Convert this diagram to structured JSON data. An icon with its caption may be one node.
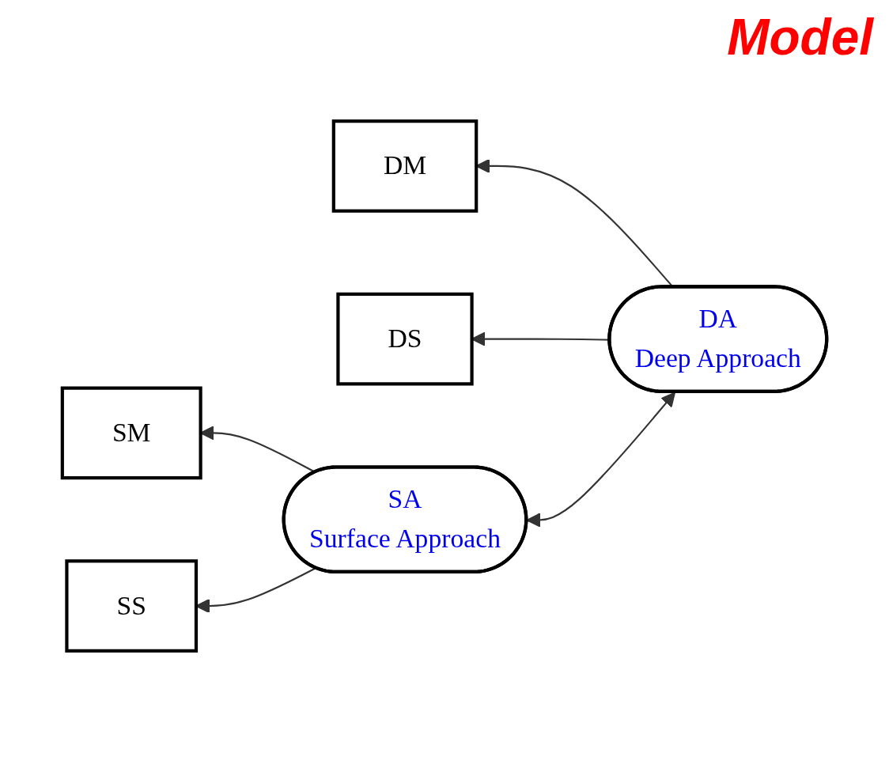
{
  "diagram": {
    "title": "Model",
    "nodes": [
      {
        "text": [
          "DM"
        ]
      },
      {
        "text": [
          "DS"
        ]
      },
      {
        "text": [
          "DA",
          "Deep Approach"
        ]
      },
      {
        "text": [
          "SM"
        ]
      },
      {
        "text": [
          "SS"
        ]
      },
      {
        "text": [
          "SA",
          "Surface Approach"
        ]
      }
    ],
    "edges": [
      {
        "from": 2,
        "to": 0,
        "arrow": "to"
      },
      {
        "from": 2,
        "to": 1,
        "arrow": "to"
      },
      {
        "from": 5,
        "to": 3,
        "arrow": "to"
      },
      {
        "from": 5,
        "to": 4,
        "arrow": "to"
      },
      {
        "from": 2,
        "to": 5,
        "arrow": "both"
      }
    ]
  }
}
